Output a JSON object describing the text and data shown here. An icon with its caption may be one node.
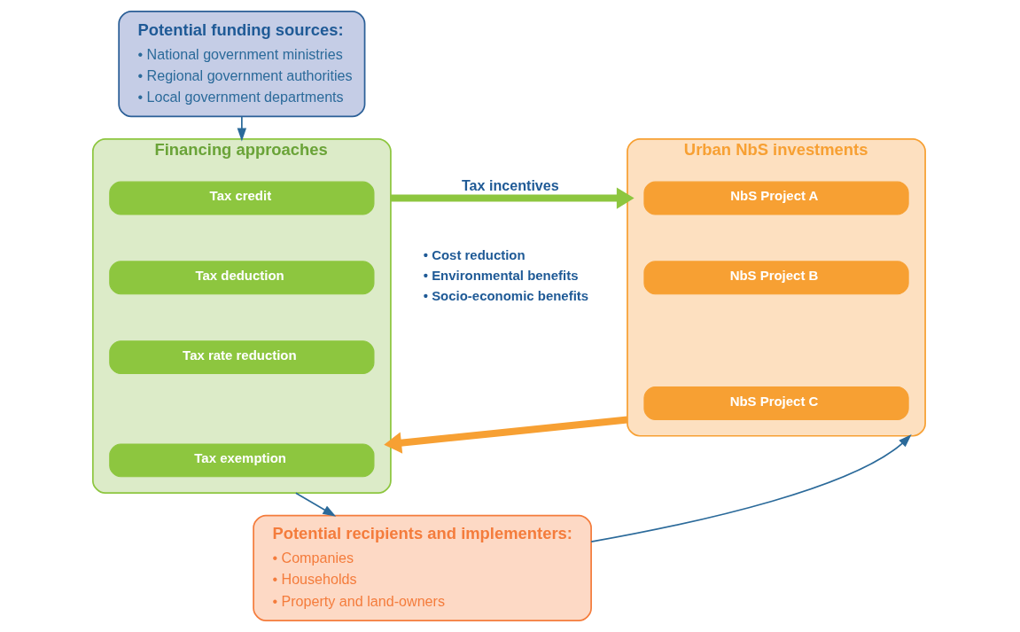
{
  "diagram": {
    "nodes": [
      {
        "text": [
          "Potential funding sources:",
          "• National government ministries",
          "• Regional government authorities",
          "• Local government departments"
        ]
      },
      {
        "text": [
          "Financing approaches"
        ]
      },
      {
        "text": [
          "Tax credit"
        ],
        "in": 1
      },
      {
        "text": [
          "Tax deduction"
        ],
        "in": 1
      },
      {
        "text": [
          "Tax rate reduction"
        ],
        "in": 1
      },
      {
        "text": [
          "Tax exemption"
        ],
        "in": 1
      },
      {
        "text": [
          "Urban NbS investments"
        ]
      },
      {
        "text": [
          "NbS Project A"
        ],
        "in": 6
      },
      {
        "text": [
          "NbS Project B"
        ],
        "in": 6
      },
      {
        "text": [
          "NbS Project C"
        ],
        "in": 6
      },
      {
        "text": [
          "Potential recipients and implementers:",
          "• Companies",
          "• Households",
          "• Property and land-owners"
        ]
      }
    ],
    "edges": [
      {
        "from": 0,
        "to": 1,
        "arrow": "to"
      },
      {
        "from": 1,
        "to": 6,
        "arrow": "to",
        "label": "Tax incentives",
        "style": "thick",
        "color": "#8dc63f"
      },
      {
        "from": 6,
        "to": 1,
        "arrow": "to",
        "style": "thick",
        "color": "#f7a033"
      },
      {
        "from": 1,
        "to": 10,
        "arrow": "to"
      },
      {
        "from": 10,
        "to": 6,
        "arrow": "to"
      }
    ],
    "labels": [
      "• Cost reduction",
      "• Environmental benefits",
      "• Socio-economic benefits"
    ]
  }
}
